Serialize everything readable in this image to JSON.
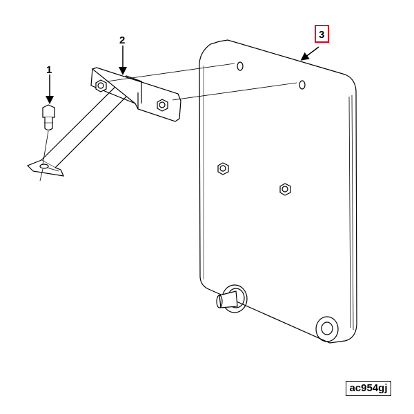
{
  "diagram": {
    "callouts": [
      {
        "id": "callout-1",
        "label": "1",
        "highlighted": false
      },
      {
        "id": "callout-2",
        "label": "2",
        "highlighted": false
      },
      {
        "id": "callout-3",
        "label": "3",
        "highlighted": true
      }
    ],
    "drawing_code": "ac954gj",
    "colors": {
      "line": "#000000",
      "highlight": "#e0001b",
      "background": "#ffffff"
    }
  }
}
